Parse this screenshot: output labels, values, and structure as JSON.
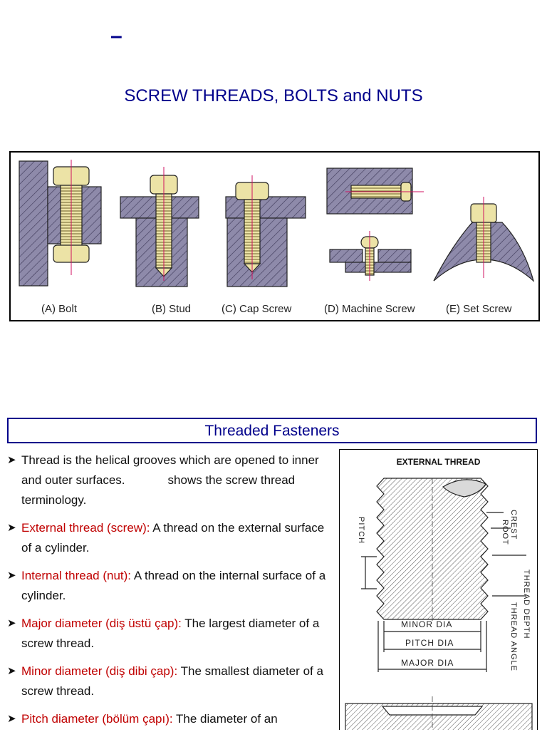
{
  "header": {
    "dash": "–",
    "title": "SCREW THREADS, BOLTS and NUTS"
  },
  "figure": {
    "captions": [
      "(A) Bolt",
      "(B) Stud",
      "(C) Cap Screw",
      "(D) Machine Screw",
      "(E) Set Screw"
    ]
  },
  "section": {
    "title": "Threaded Fasteners"
  },
  "bullets": [
    {
      "term": "",
      "text": "Thread is the helical grooves which are opened to inner and outer surfaces.",
      "text2": "shows the screw thread terminology."
    },
    {
      "term": "External thread (screw):",
      "text": " A thread on the external surface of a cylinder."
    },
    {
      "term": "Internal thread (nut):",
      "text": " A thread on the internal surface of a cylinder."
    },
    {
      "term": "Major diameter (diş üstü çap):",
      "text": " The largest diameter of a screw thread."
    },
    {
      "term": "Minor diameter (diş dibi çap):",
      "text": " The smallest diameter of a screw thread."
    },
    {
      "term": "Pitch diameter (bölüm çapı):",
      "text": " The diameter of an"
    }
  ],
  "diagram": {
    "title": "EXTERNAL THREAD",
    "minor": "MINOR DIA",
    "pitch_dia": "PITCH DIA",
    "major": "MAJOR DIA",
    "pitch": "PITCH",
    "crest": "CREST",
    "root": "ROOT",
    "thread_depth": "THREAD DEPTH",
    "thread_angle": "THREAD ANGLE"
  },
  "colors": {
    "title": "#00008b",
    "term": "#c00000",
    "part": "#8e8aaa",
    "bolt": "#ece3a6"
  }
}
